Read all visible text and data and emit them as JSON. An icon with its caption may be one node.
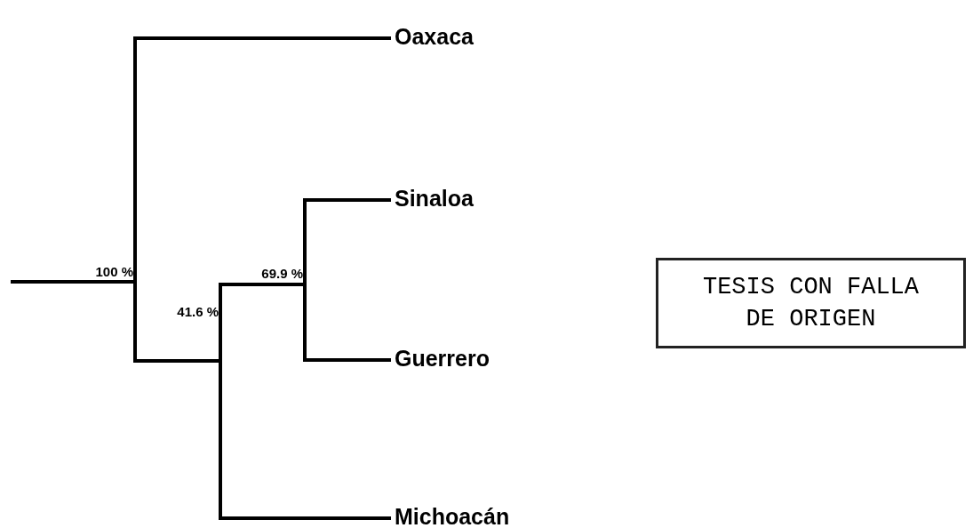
{
  "diagram": {
    "nodes": [
      {
        "text": [
          "100 %"
        ]
      },
      {
        "text": [
          "Oaxaca"
        ]
      },
      {
        "text": [
          "41.6 %"
        ]
      },
      {
        "text": [
          "69.9 %"
        ]
      },
      {
        "text": [
          "Sinaloa"
        ]
      },
      {
        "text": [
          "Guerrero"
        ]
      },
      {
        "text": [
          "Michoacán"
        ]
      },
      {
        "text": [
          "TESIS CON FALLA DE ORIGEN"
        ]
      }
    ],
    "edges": [
      {
        "from": null,
        "to": 0,
        "arrow": "none"
      },
      {
        "from": 0,
        "to": 1,
        "arrow": "none"
      },
      {
        "from": 0,
        "to": 2,
        "arrow": "none"
      },
      {
        "from": 2,
        "to": 3,
        "arrow": "none"
      },
      {
        "from": 3,
        "to": 4,
        "arrow": "none"
      },
      {
        "from": 3,
        "to": 5,
        "arrow": "none"
      },
      {
        "from": 2,
        "to": 6,
        "arrow": "none"
      }
    ]
  }
}
